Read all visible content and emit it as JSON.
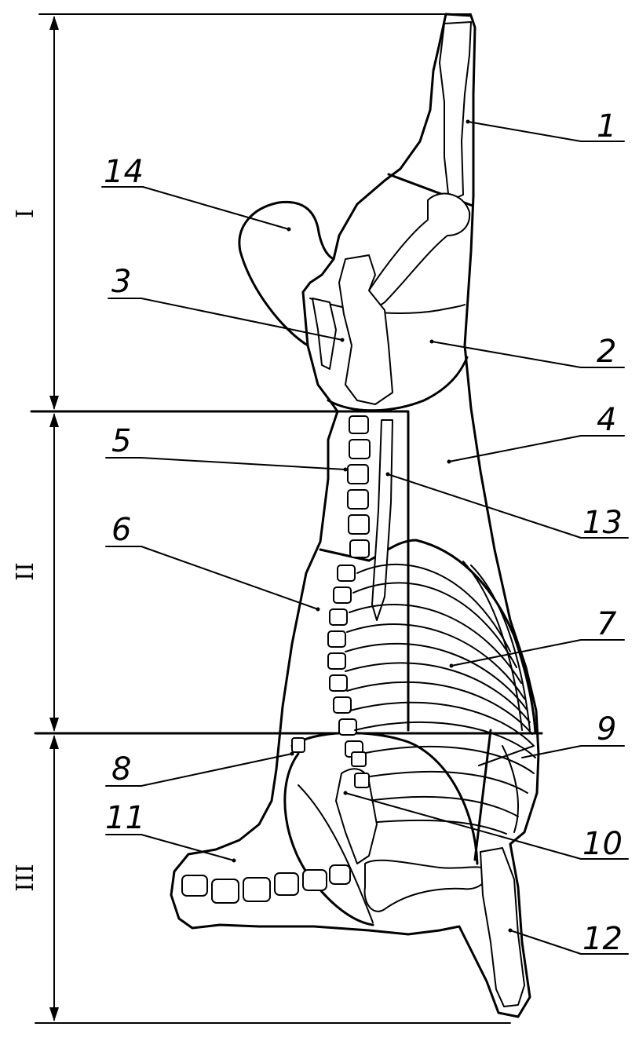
{
  "sections": [
    {
      "id": "I",
      "label": "I"
    },
    {
      "id": "II",
      "label": "II"
    },
    {
      "id": "III",
      "label": "III"
    }
  ],
  "callouts": [
    {
      "id": "1",
      "label": "1"
    },
    {
      "id": "2",
      "label": "2"
    },
    {
      "id": "3",
      "label": "3"
    },
    {
      "id": "4",
      "label": "4"
    },
    {
      "id": "5",
      "label": "5"
    },
    {
      "id": "6",
      "label": "6"
    },
    {
      "id": "7",
      "label": "7"
    },
    {
      "id": "8",
      "label": "8"
    },
    {
      "id": "9",
      "label": "9"
    },
    {
      "id": "10",
      "label": "10"
    },
    {
      "id": "11",
      "label": "11"
    },
    {
      "id": "12",
      "label": "12"
    },
    {
      "id": "13",
      "label": "13"
    },
    {
      "id": "14",
      "label": "14"
    }
  ],
  "colors": {
    "ink": "#000000",
    "paper": "#ffffff"
  }
}
